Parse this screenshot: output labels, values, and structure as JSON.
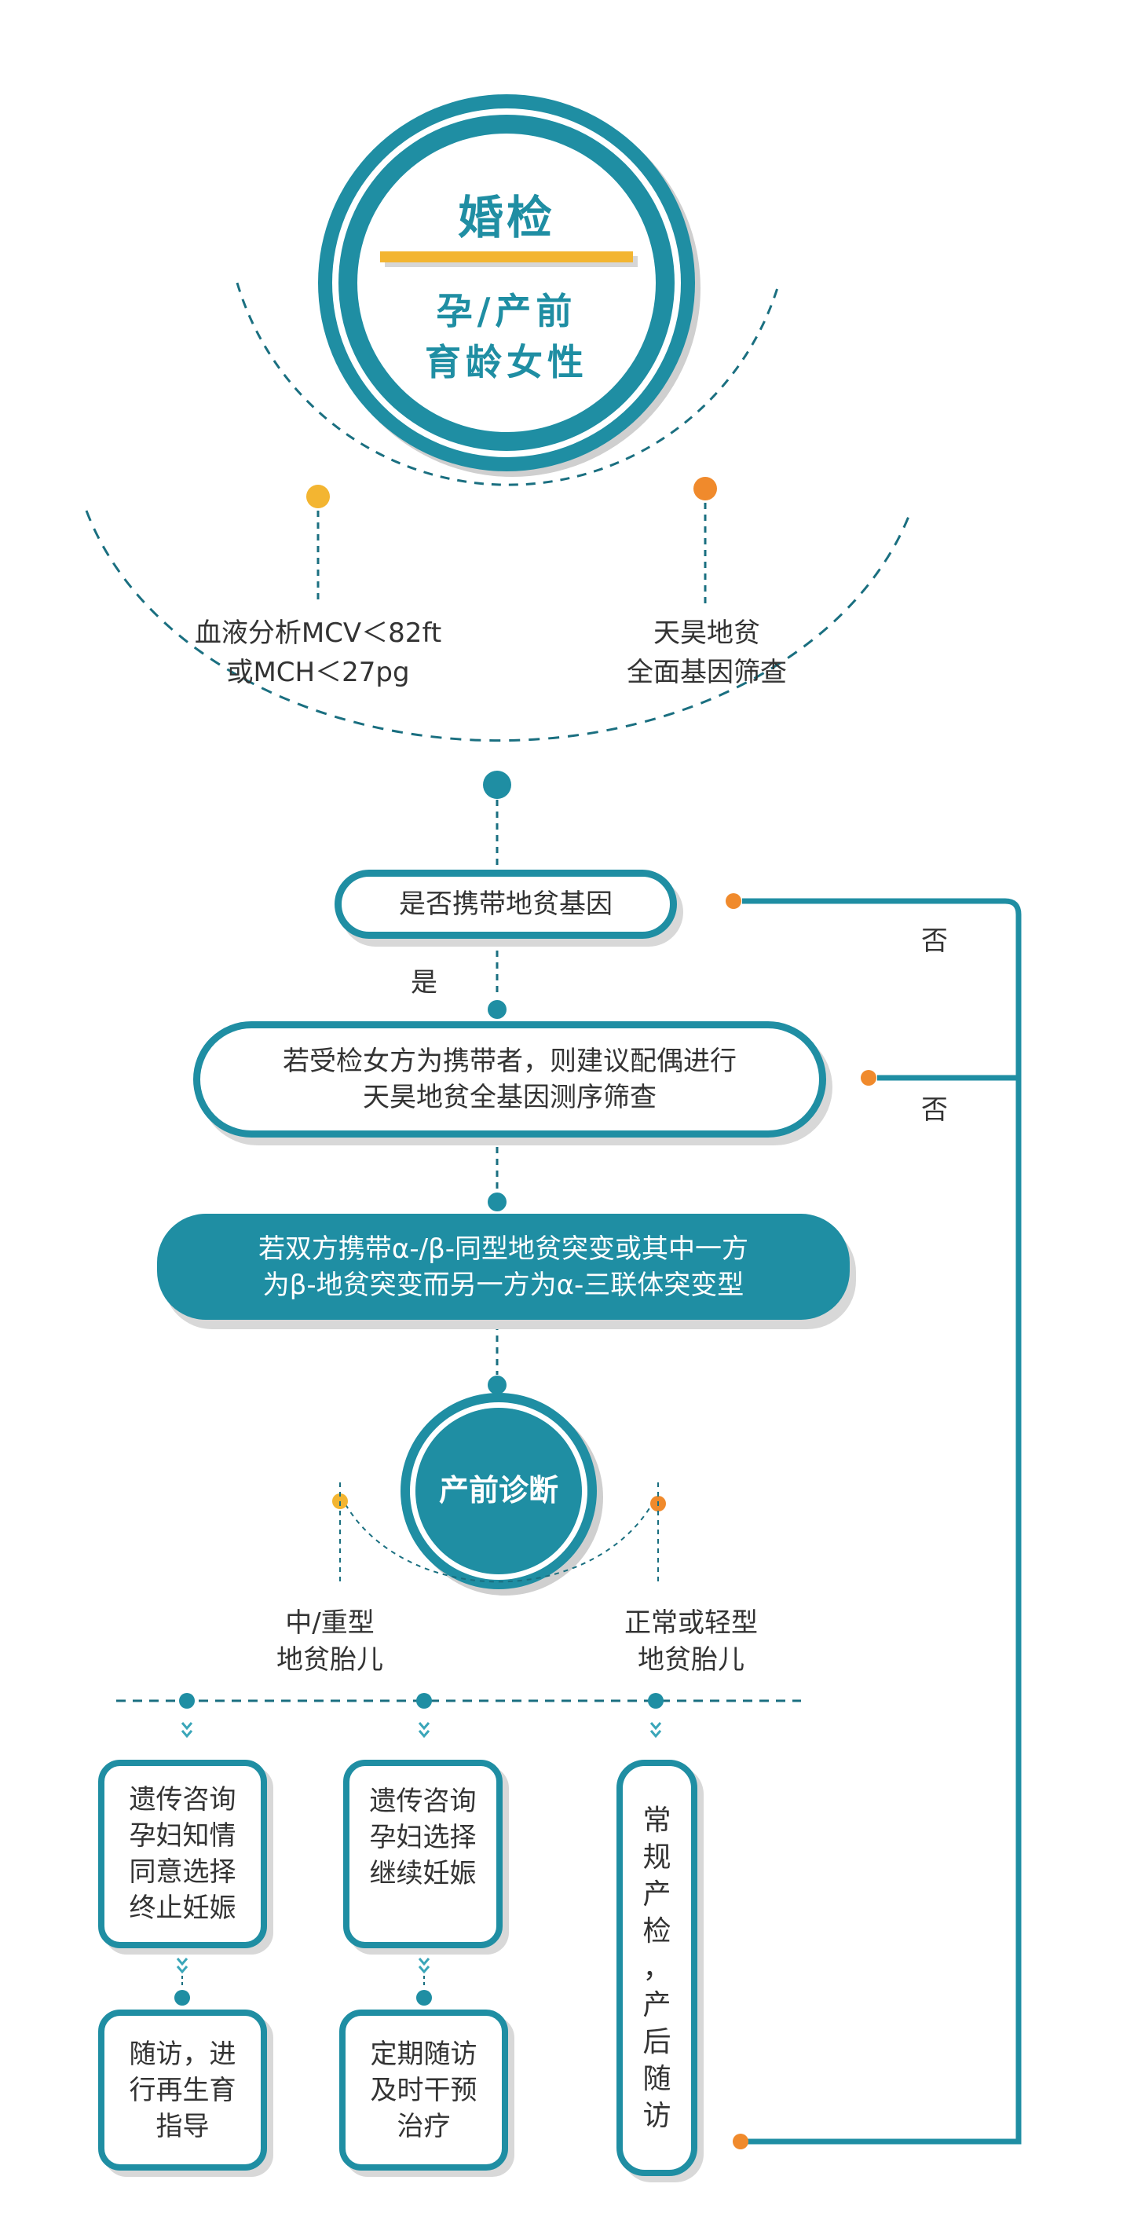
{
  "header": {
    "title": "婚检",
    "subtitle_line1": "孕/产前",
    "subtitle_line2": "育龄女性"
  },
  "screening": {
    "left_line1": "血液分析MCV＜82ft",
    "left_line2": "或MCH＜27pg",
    "right_line1": "天昊地贫",
    "right_line2": "全面基因筛查"
  },
  "flow": {
    "q_carrier": "是否携带地贫基因",
    "yes": "是",
    "no_1": "否",
    "no_2": "否",
    "spouse_line1": "若受检女方为携带者，则建议配偶进行",
    "spouse_line2": "天昊地贫全基因测序筛查",
    "condition_line1": "若双方携带α-/β-同型地贫突变或其中一方",
    "condition_line2": "为β-地贫突变而另一方为α-三联体突变型",
    "prenatal": "产前诊断"
  },
  "outcomes": {
    "severe_line1": "中/重型",
    "severe_line2": "地贫胎儿",
    "normal_line1": "正常或轻型",
    "normal_line2": "地贫胎儿"
  },
  "boxes": {
    "terminate": [
      "遗传咨询",
      "孕妇知情",
      "同意选择",
      "终止妊娠"
    ],
    "continue": [
      "遗传咨询",
      "孕妇选择",
      "继续妊娠"
    ],
    "routine": [
      "常",
      "规",
      "产",
      "检",
      "，",
      "产",
      "后",
      "随",
      "访"
    ],
    "followup_terminate": [
      "随访，进",
      "行再生育",
      "指导"
    ],
    "followup_continue": [
      "定期随访",
      "及时干预",
      "治疗"
    ]
  },
  "colors": {
    "teal": "#1f8ea3",
    "dark_teal": "#1a6f80",
    "orange": "#f08a2c",
    "yellow": "#f3b531",
    "shadow": "#d8d8d8"
  }
}
